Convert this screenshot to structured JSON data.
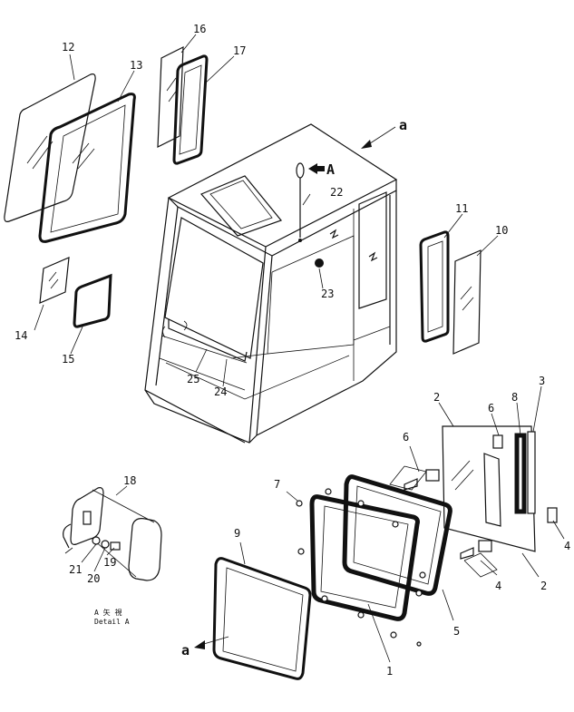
{
  "diagram": {
    "view_label": "a",
    "view_label_bottom": "a",
    "arrow_A": "A",
    "detail_caption_line1": "A  矢  視",
    "detail_caption_line2": "Detail A",
    "parts": {
      "p1": "1",
      "p2a": "2",
      "p2b": "2",
      "p3": "3",
      "p4a": "4",
      "p4b": "4",
      "p5": "5",
      "p6a": "6",
      "p6b": "6",
      "p7": "7",
      "p8": "8",
      "p9": "9",
      "p10": "10",
      "p11": "11",
      "p12": "12",
      "p13": "13",
      "p14": "14",
      "p15": "15",
      "p16": "16",
      "p17": "17",
      "p18": "18",
      "p19": "19",
      "p20": "20",
      "p21": "21",
      "p22": "22",
      "p23": "23",
      "p24": "24",
      "p25": "25"
    }
  }
}
